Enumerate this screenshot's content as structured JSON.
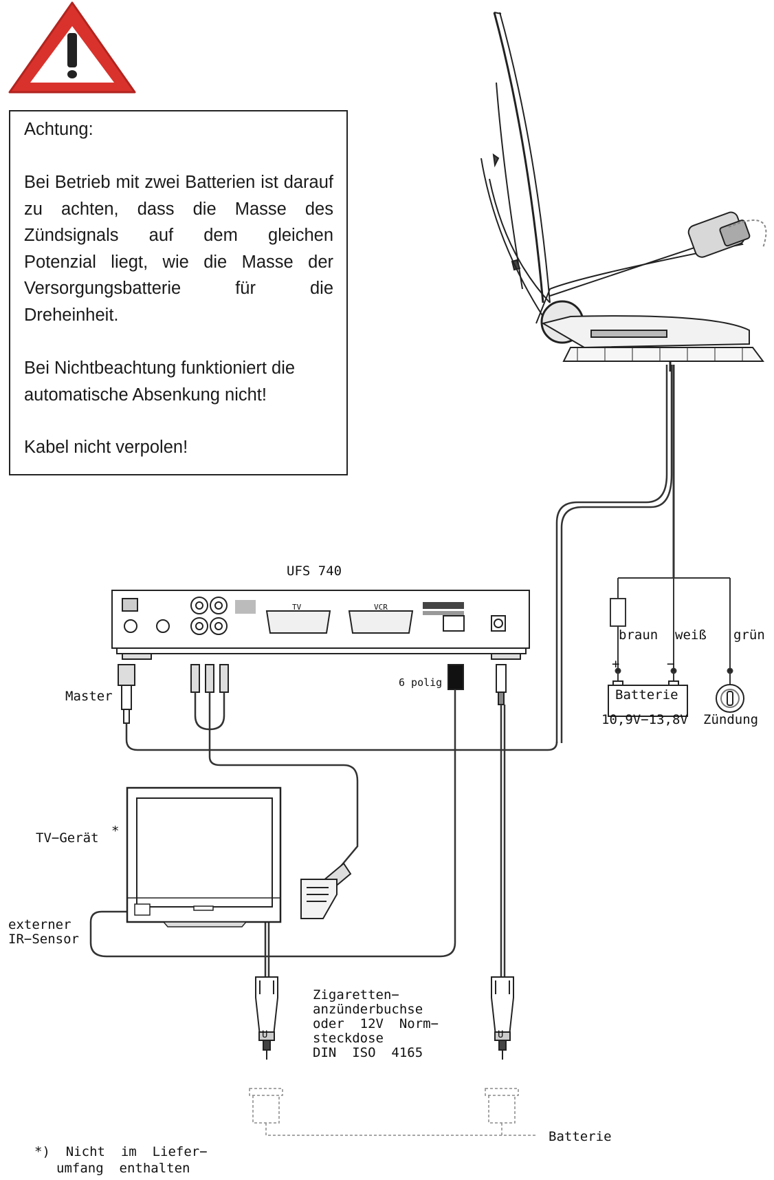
{
  "warning": {
    "heading": "Achtung:",
    "paragraph1": "Bei Betrieb mit zwei Batterien ist darauf zu achten, dass die Masse des Zündsignals auf dem gleichen Potenzial liegt, wie die Masse der Versorgungsbatterie für die Dreheinheit.",
    "paragraph2": "Bei Nichtbeachtung funktioniert die automatische Absenkung nicht!",
    "paragraph3": "Kabel nicht verpolen!",
    "icon": "warning-triangle-icon",
    "icon_color": "#d9322c"
  },
  "receiver": {
    "title": "UFS 740",
    "scart_tv": "TV",
    "scart_vcr": "VCR"
  },
  "labels": {
    "master": "Master",
    "six_pin": "6 polig",
    "braun": "braun",
    "weiss": "weiß",
    "gruen": "grün",
    "plus": "+",
    "minus": "−",
    "batterie_box": "Batterie",
    "voltage": "10,9V−13,8V",
    "zuendung": "Zündung",
    "tv_geraet": "TV−Gerät",
    "asterisk": "*",
    "ext_ir_1": "externer",
    "ext_ir_2": "IR−Sensor",
    "zig_1": "Zigaretten−",
    "zig_2": "anzünderbuchse",
    "zig_3": "oder  12V  Norm−",
    "zig_4": "steckdose",
    "zig_5": "DIN  ISO  4165",
    "batterie_bottom": "Batterie",
    "footnote_1": "*)  Nicht  im  Liefer−",
    "footnote_2": "umfang  enthalten",
    "plug_u": "U"
  }
}
